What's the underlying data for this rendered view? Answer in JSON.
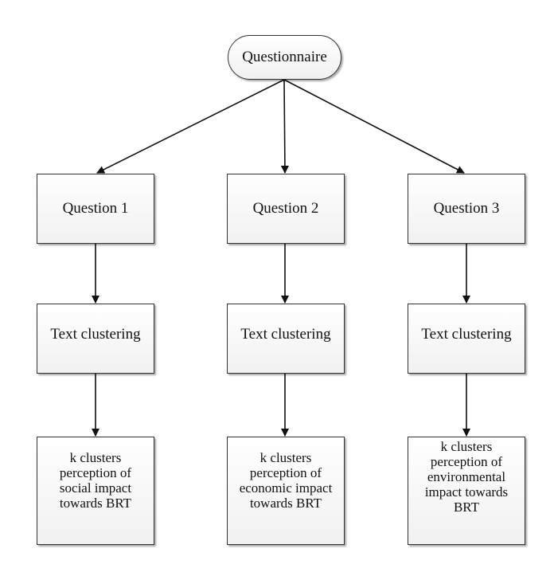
{
  "diagram": {
    "root": {
      "label": "Questionnaire"
    },
    "columns": [
      {
        "question": "Question 1",
        "process": "Text clustering",
        "result": "k clusters\nperception of\nsocial impact\ntowards BRT"
      },
      {
        "question": "Question 2",
        "process": "Text clustering",
        "result": "k clusters\nperception of\neconomic impact\ntowards BRT"
      },
      {
        "question": "Question 3",
        "process": "Text clustering",
        "result": "k clusters\nperception of\nenvironmental\nimpact towards\nBRT"
      }
    ]
  },
  "colors": {
    "stroke": "#111111",
    "fill": "#f1f1f1"
  }
}
